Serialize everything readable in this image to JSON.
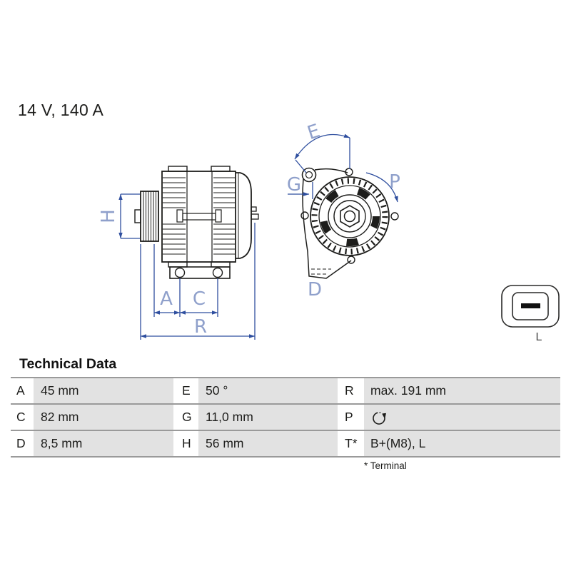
{
  "header": {
    "title": "14 V, 140 A"
  },
  "diagram": {
    "dimension_labels": {
      "h": "H",
      "a": "A",
      "c": "C",
      "r": "R",
      "e": "E",
      "g": "G",
      "p": "P",
      "d": "D"
    },
    "connector": {
      "label": "L",
      "icon": "plug-connector-icon"
    },
    "colors": {
      "dimension_line": "#2f4f9f",
      "dimension_label": "#8fa0cb",
      "drawing_line": "#1d1d1b",
      "table_value_bg": "#e2e2e2",
      "table_rule": "#9a9a9a"
    }
  },
  "table": {
    "heading": "Technical Data",
    "footnote": "* Terminal",
    "p_icon": "clockwise-rotation-icon",
    "rows": [
      {
        "l0": "A",
        "v0": "45 mm",
        "l1": "E",
        "v1": "50 °",
        "l2": "R",
        "v2": "max. 191 mm"
      },
      {
        "l0": "C",
        "v0": "82 mm",
        "l1": "G",
        "v1": "11,0 mm",
        "l2": "P",
        "v2": ""
      },
      {
        "l0": "D",
        "v0": "8,5 mm",
        "l1": "H",
        "v1": "56 mm",
        "l2": "T*",
        "v2": "B+(M8), L"
      }
    ]
  }
}
